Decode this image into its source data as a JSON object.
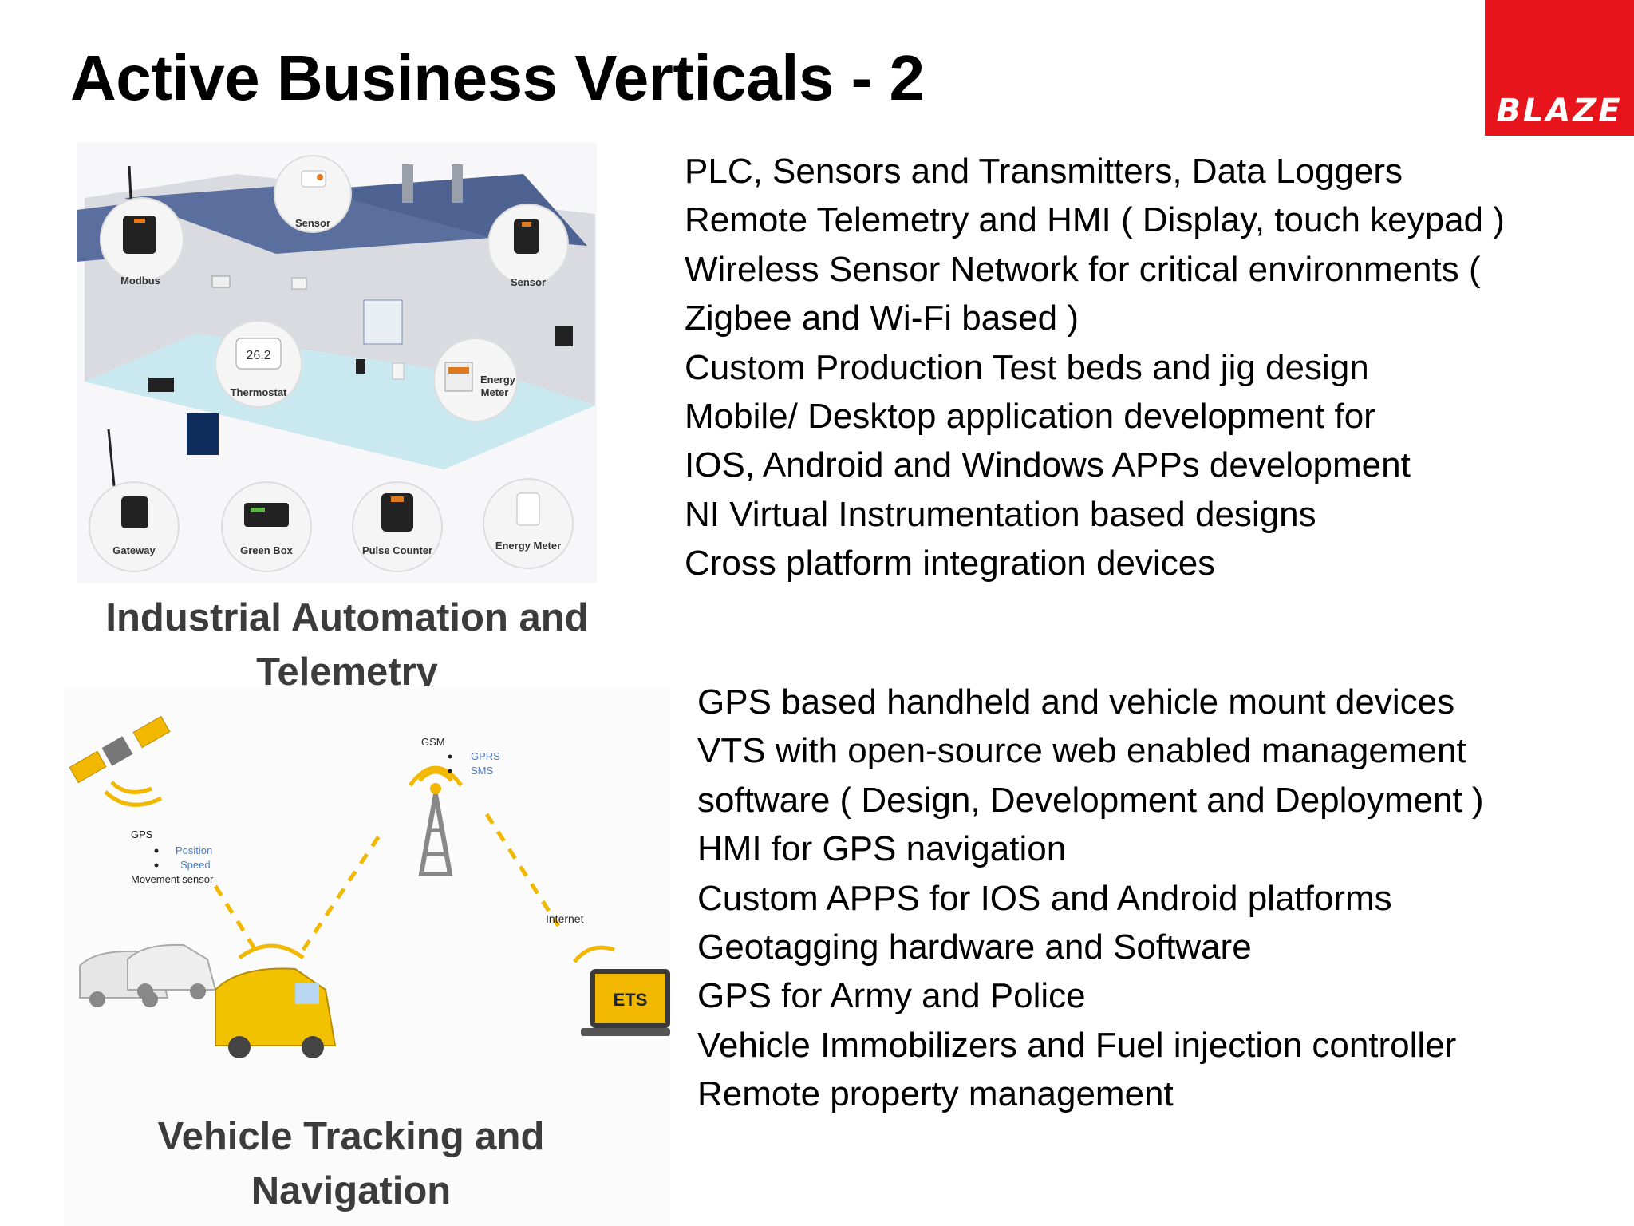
{
  "slide": {
    "title": "Active Business Verticals - 2",
    "logo_text": "BLAZE"
  },
  "colors": {
    "brand_red": "#e8141b",
    "roof_blue": "#5a6f9e",
    "caption_gray": "#3c3c3c",
    "signal_yellow": "#f2b800"
  },
  "industrial": {
    "caption_line1": "Industrial Automation and",
    "caption_line2": "Telemetry",
    "diagram_labels": {
      "sensor_top": "Sensor",
      "modbus": "Modbus",
      "sensor_right": "Sensor",
      "thermostat": "Thermostat",
      "thermostat_reading": "26.2",
      "energy_meter_line1": "Energy",
      "energy_meter_line2": "Meter",
      "gateway": "Gateway",
      "green_box": "Green Box",
      "pulse_counter": "Pulse Counter",
      "energy_meter_bottom": "Energy Meter"
    },
    "items": [
      "PLC, Sensors and Transmitters, Data Loggers",
      "Remote Telemetry and HMI ( Display, touch keypad )",
      "Wireless Sensor Network for critical environments (",
      "Zigbee and Wi-Fi based )",
      "Custom Production Test beds and jig design",
      "Mobile/ Desktop application development for",
      "IOS, Android and Windows APPs development",
      "NI Virtual Instrumentation based designs",
      "Cross platform integration devices"
    ]
  },
  "vehicle": {
    "caption_line1": "Vehicle Tracking and",
    "caption_line2": "Navigation",
    "diagram_labels": {
      "gsm": "GSM",
      "gprs": "GPRS",
      "sms": "SMS",
      "gps": "GPS",
      "position": "Position",
      "speed": "Speed",
      "movement_sensor": "Movement sensor",
      "internet": "Internet",
      "ets": "ETS"
    },
    "items": [
      "GPS based handheld and vehicle mount devices",
      "VTS with open-source web enabled management",
      "software ( Design, Development and Deployment )",
      "HMI for GPS navigation",
      "Custom APPS for IOS and Android platforms",
      "Geotagging hardware and Software",
      "GPS for Army and Police",
      "Vehicle Immobilizers and Fuel injection controller",
      "Remote property management"
    ]
  }
}
